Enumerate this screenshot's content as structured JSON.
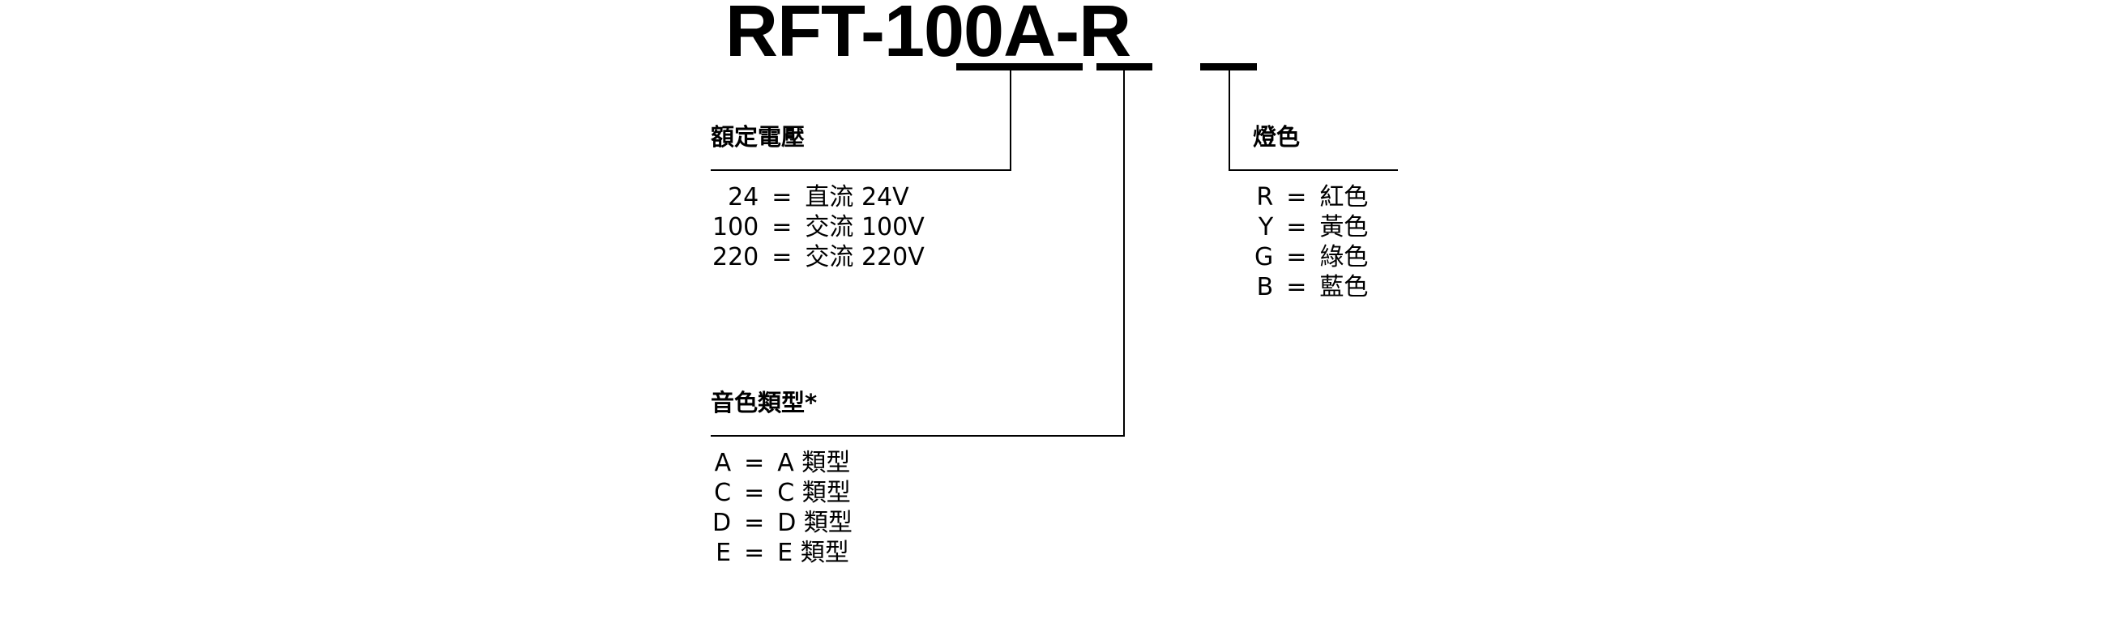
{
  "model": {
    "full_code": "RFT-100A-R",
    "segments": [
      {
        "text": "RFT-",
        "underlined": false
      },
      {
        "text": "100",
        "underlined": true
      },
      {
        "text": "A",
        "underlined": true
      },
      {
        "text": "-",
        "underlined": false
      },
      {
        "text": "R",
        "underlined": true
      }
    ]
  },
  "sections": {
    "voltage": {
      "title": "額定電壓",
      "options": [
        {
          "code": "24",
          "eq": "=",
          "desc": "直流 24V"
        },
        {
          "code": "100",
          "eq": "=",
          "desc": "交流 100V"
        },
        {
          "code": "220",
          "eq": "=",
          "desc": "交流 220V"
        }
      ]
    },
    "tone": {
      "title": "音色類型*",
      "options": [
        {
          "code": "A",
          "eq": "=",
          "desc": "A 類型"
        },
        {
          "code": "C",
          "eq": "=",
          "desc": "C 類型"
        },
        {
          "code": "D",
          "eq": "=",
          "desc": "D 類型"
        },
        {
          "code": "E",
          "eq": "=",
          "desc": "E 類型"
        }
      ]
    },
    "lamp_color": {
      "title": "燈色",
      "options": [
        {
          "code": "R",
          "eq": "=",
          "desc": "紅色"
        },
        {
          "code": "Y",
          "eq": "=",
          "desc": "黃色"
        },
        {
          "code": "G",
          "eq": "=",
          "desc": "綠色"
        },
        {
          "code": "B",
          "eq": "=",
          "desc": "藍色"
        }
      ]
    }
  },
  "colors": {
    "ink": "#000000",
    "background": "#ffffff"
  }
}
